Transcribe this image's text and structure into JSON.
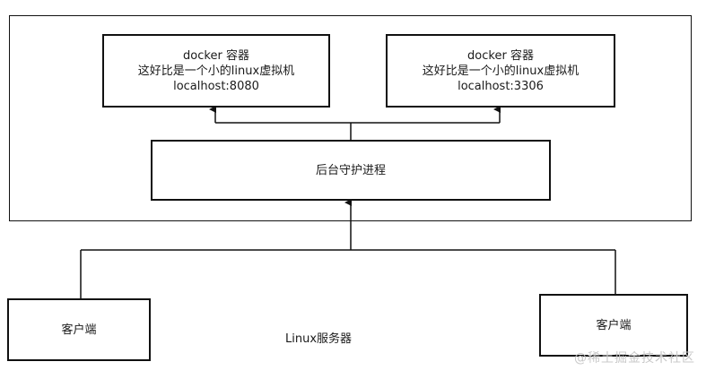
{
  "diagram": {
    "containers": [
      {
        "title": "docker 容器",
        "description": "这好比是一个小的linux虚拟机",
        "address": "localhost:8080"
      },
      {
        "title": "docker 容器",
        "description": "这好比是一个小的linux虚拟机",
        "address": "localhost:3306"
      }
    ],
    "daemon_label": "后台守护进程",
    "clients": [
      {
        "label": "客户端"
      },
      {
        "label": "客户端"
      }
    ],
    "server_label": "Linux服务器"
  },
  "watermark": "@稀土掘金技术社区",
  "colors": {
    "stroke": "#111111",
    "watermark": "#c8c8c8"
  }
}
